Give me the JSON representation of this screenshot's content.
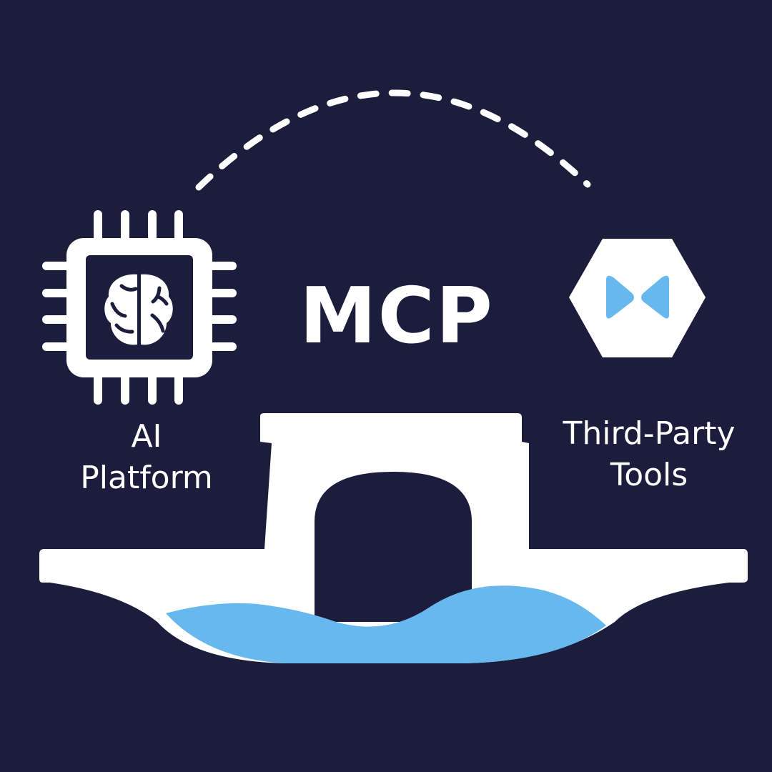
{
  "title": "MCP",
  "left_node": {
    "line1": "AI",
    "line2": "Platform",
    "icon": "chip-brain-icon"
  },
  "right_node": {
    "line1": "Third-Party",
    "line2": "Tools",
    "icon": "hexagon-bowtie-icon"
  },
  "colors": {
    "background": "#1c1c3c",
    "foreground": "#ffffff",
    "accent": "#66b8ee"
  }
}
